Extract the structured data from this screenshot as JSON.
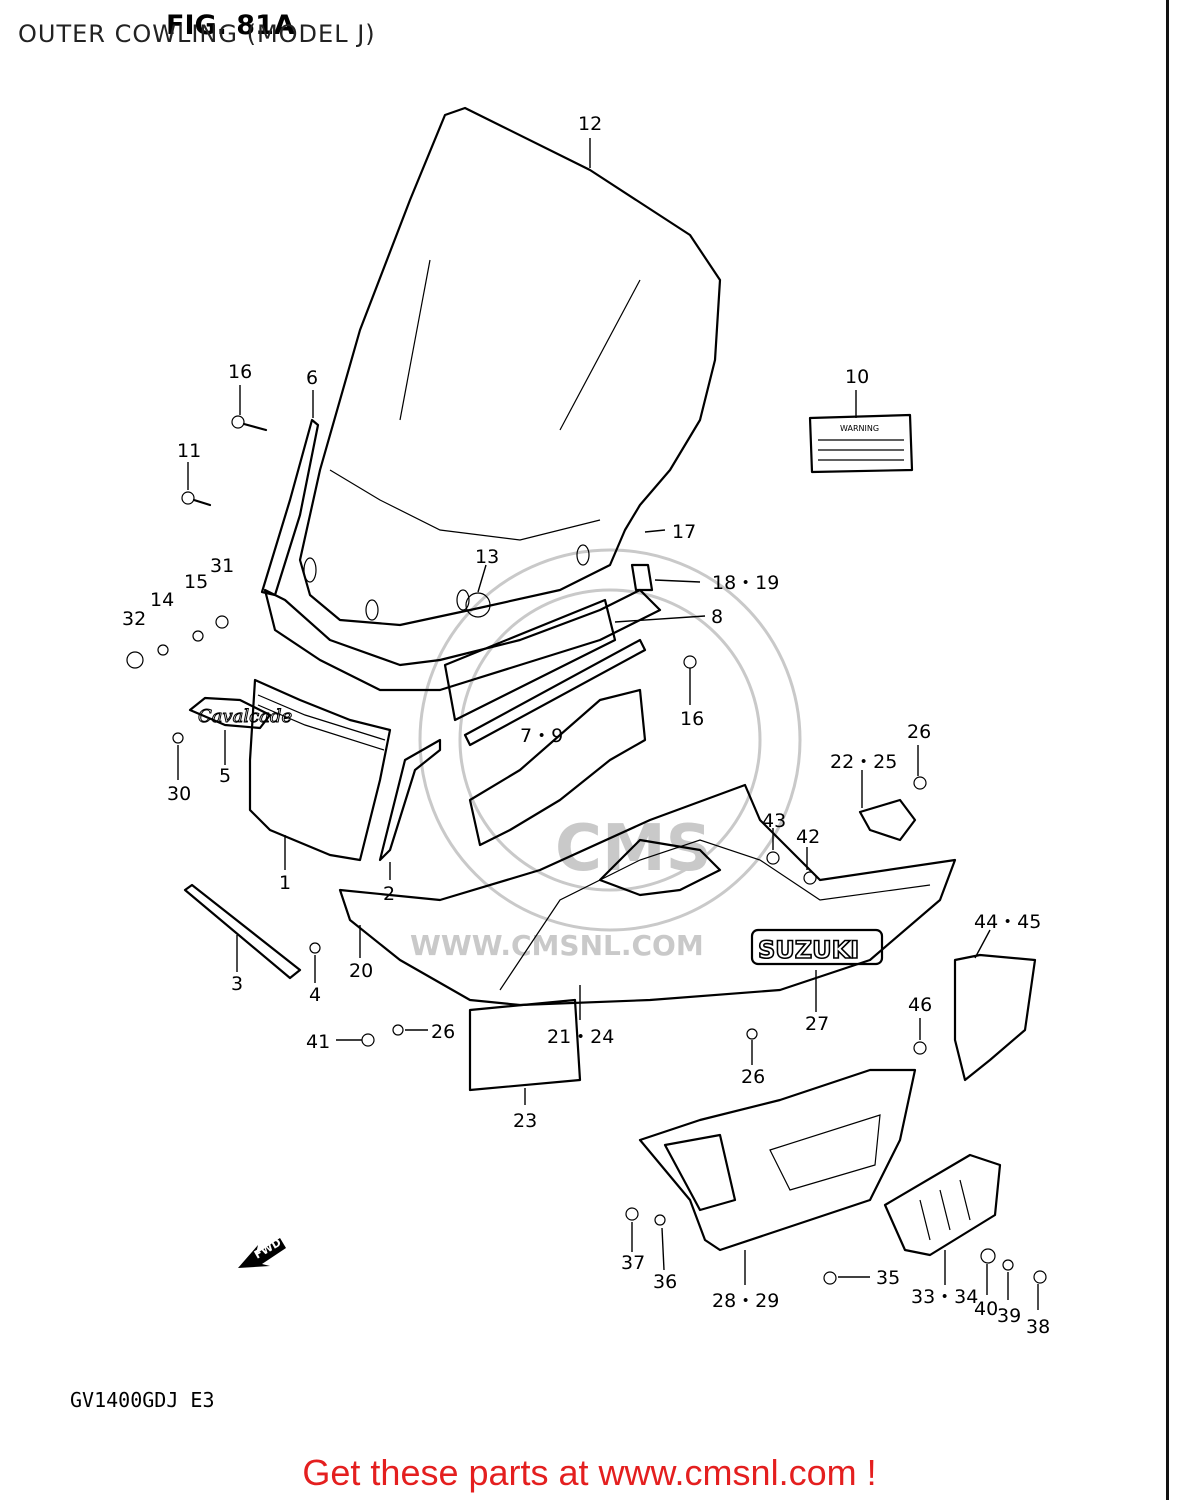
{
  "header": {
    "subtitle": "OUTER COWLING (MODEL J)",
    "figure": "FIG. 81A"
  },
  "footer": {
    "model_code": "GV1400GDJ  E3",
    "link_text": "Get these parts at www.cmsnl.com !",
    "link_color": "#e41f1f"
  },
  "watermark": {
    "brand": "CMS",
    "url": "WWW.CMSNL.COM"
  },
  "decals": {
    "emblem": "SUZUKI",
    "script_badge": "Cavalcade",
    "warning_label": "WARNING",
    "fwd_marker": "FWD"
  },
  "callouts": {
    "c12": "12",
    "c16a": "16",
    "c6": "6",
    "c10": "10",
    "c11": "11",
    "c31": "31",
    "c15": "15",
    "c14": "14",
    "c32": "32",
    "c13": "13",
    "c17": "17",
    "c18_19": "18・19",
    "c8": "8",
    "c16b": "16",
    "c7_9": "7・9",
    "c26a": "26",
    "c22_25": "22・25",
    "c30": "30",
    "c5": "5",
    "c43": "43",
    "c42": "42",
    "c1": "1",
    "c2": "2",
    "c44_45": "44・45",
    "c3": "3",
    "c20": "20",
    "c4": "4",
    "c27": "27",
    "c46": "46",
    "c41": "41",
    "c26b": "26",
    "c21_24": "21・24",
    "c26c": "26",
    "c23": "23",
    "c37": "37",
    "c36": "36",
    "c28_29": "28・29",
    "c35": "35",
    "c33_34": "33・34",
    "c40": "40",
    "c39": "39",
    "c38": "38"
  }
}
